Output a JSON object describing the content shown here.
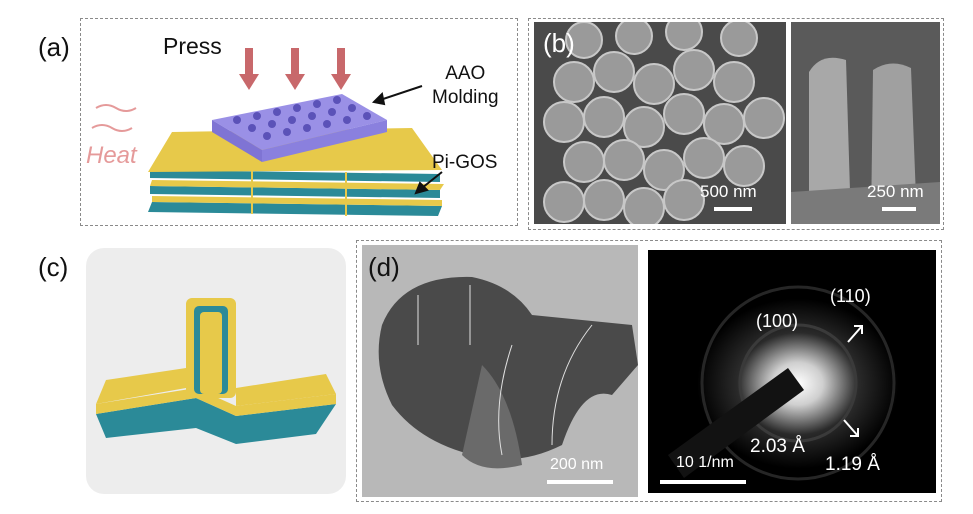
{
  "panels": {
    "a": {
      "label": "(a)",
      "press": "Press",
      "heat": "Heat",
      "aao": "AAO\nMolding",
      "pigos": "Pi-GOS"
    },
    "b": {
      "label": "(b)",
      "scale1": "500 nm",
      "scale2": "250 nm"
    },
    "c": {
      "label": "(c)"
    },
    "d": {
      "label": "(d)",
      "scale1": "200 nm",
      "plane100": "(100)",
      "plane110": "(110)",
      "scale2": "10 1/nm",
      "d1": "2.03 Å",
      "d2": "1.19 Å"
    }
  },
  "colors": {
    "press_arrow": "#c8686b",
    "heat_text": "#e59a9a",
    "mold": "#9a90e6",
    "graphene_yellow": "#e7c94a",
    "graphene_teal": "#2b8a98"
  }
}
